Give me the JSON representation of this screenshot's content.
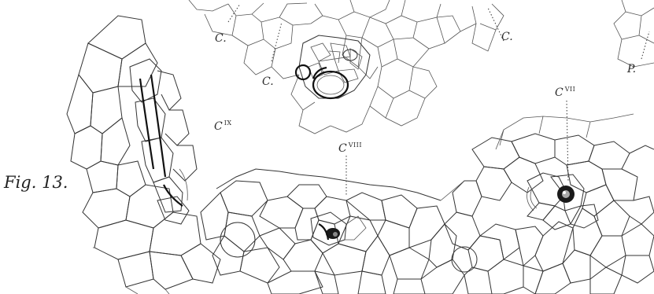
{
  "figure": {
    "title": "Fig. 13.",
    "labels": {
      "c1": "C.",
      "c2": "C.",
      "c3": "C.",
      "p": "P.",
      "c_ix_base": "C",
      "c_ix_sup": "IX",
      "c_viii_base": "C",
      "c_viii_sup": "VIII",
      "c_vii_base": "C",
      "c_vii_sup": "VII"
    },
    "colors": {
      "ink": "#222222",
      "paper": "#ffffff"
    }
  }
}
